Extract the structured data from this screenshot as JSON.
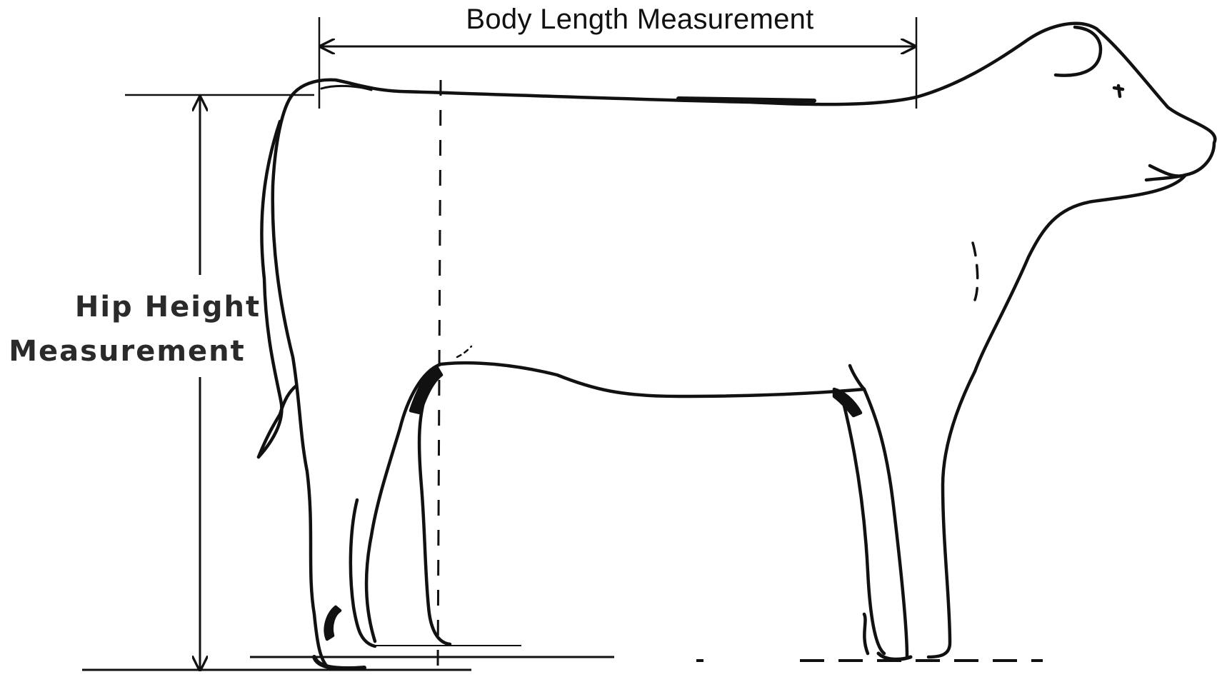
{
  "labels": {
    "body_length": "Body Length Measurement",
    "hip_height_line1": "Hip Height",
    "hip_height_line2": "Measurement"
  },
  "colors": {
    "ink": "#111111",
    "text_dark": "#2a2a2a",
    "background": "#ffffff"
  }
}
